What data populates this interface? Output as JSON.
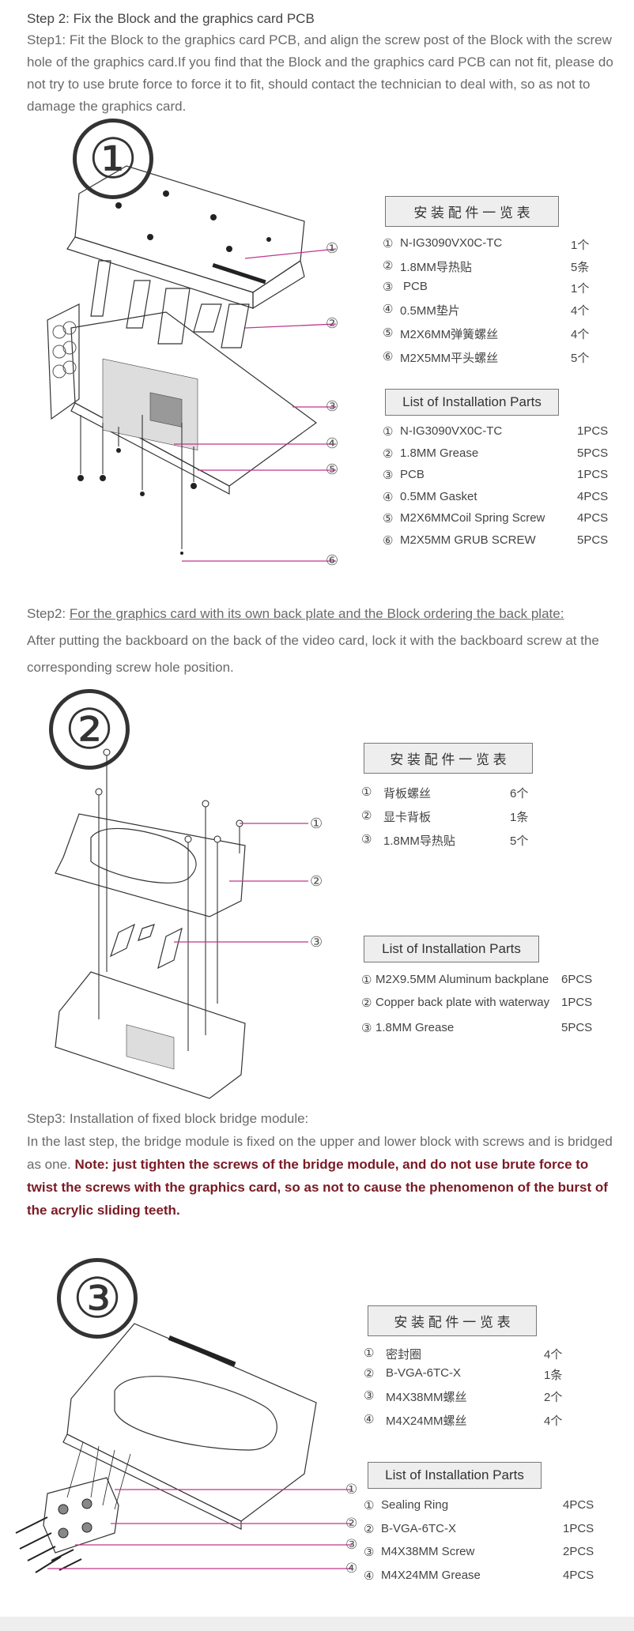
{
  "section1": {
    "heading": "Step 2: Fix the Block and the graphics card PCB",
    "paragraph": "Step1: Fit the Block to the graphics card PCB, and align the screw post of the Block with the screw hole of the graphics card.If you find that the Block and the graphics card PCB can not fit, please do not try to use brute force to force it to fit, should contact the technician to deal with, so as not to damage the graphics card.",
    "step_number": "①",
    "callouts": [
      "①",
      "②",
      "③",
      "④",
      "⑤",
      "⑥"
    ],
    "cn_title": "安 装 配 件 一 览 表",
    "cn_items": [
      {
        "num": "①",
        "name": "N-IG3090VX0C-TC",
        "qty": "1个"
      },
      {
        "num": "②",
        "name": "1.8MM导热贴",
        "qty": "5条"
      },
      {
        "num": "③",
        "name": "PCB",
        "qty": "1个"
      },
      {
        "num": "④",
        "name": "0.5MM垫片",
        "qty": "4个"
      },
      {
        "num": "⑤",
        "name": "M2X6MM弹簧螺丝",
        "qty": "4个"
      },
      {
        "num": "⑥",
        "name": "M2X5MM平头螺丝",
        "qty": "5个"
      }
    ],
    "en_title": "List of Installation Parts",
    "en_items": [
      {
        "num": "①",
        "name": "N-IG3090VX0C-TC",
        "qty": "1PCS"
      },
      {
        "num": "②",
        "name": "1.8MM Grease",
        "qty": "5PCS"
      },
      {
        "num": "③",
        "name": "PCB",
        "qty": "1PCS"
      },
      {
        "num": "④",
        "name": "0.5MM Gasket",
        "qty": "4PCS"
      },
      {
        "num": "⑤",
        "name": "M2X6MMCoil Spring Screw",
        "qty": "4PCS"
      },
      {
        "num": "⑥",
        "name": "M2X5MM GRUB SCREW",
        "qty": "5PCS"
      }
    ]
  },
  "section2": {
    "prefix": "Step2: ",
    "underlined": "For the graphics card with its own back plate and the Block ordering the back plate:",
    "paragraph": "After putting the backboard on the back of the video card, lock it with the backboard screw at the corresponding screw hole position.",
    "step_number": "②",
    "callouts": [
      "①",
      "②",
      "③"
    ],
    "cn_title": "安 装 配 件 一 览 表",
    "cn_items": [
      {
        "num": "①",
        "name": "背板螺丝",
        "qty": "6个"
      },
      {
        "num": "②",
        "name": "显卡背板",
        "qty": "1条"
      },
      {
        "num": "③",
        "name": "1.8MM导热贴",
        "qty": "5个"
      }
    ],
    "en_title": "List of Installation Parts",
    "en_items": [
      {
        "num": "①",
        "name": "M2X9.5MM Aluminum backplane",
        "qty": "6PCS"
      },
      {
        "num": "②",
        "name": "Copper back plate with waterway",
        "qty": "1PCS"
      },
      {
        "num": "③",
        "name": "1.8MM Grease",
        "qty": "5PCS"
      }
    ]
  },
  "section3": {
    "heading": "Step3: Installation of fixed block bridge module:",
    "paragraph": "In the last step, the bridge module is fixed on the upper and lower block with screws and is bridged as one.",
    "note": "Note: just tighten the screws of the bridge module, and do not use brute force to twist the screws with the graphics card, so as not to cause the phenomenon of the burst of the acrylic sliding teeth.",
    "step_number": "③",
    "callouts": [
      "①",
      "②",
      "③",
      "④"
    ],
    "cn_title": "安 装 配 件 一 览 表",
    "cn_items": [
      {
        "num": "①",
        "name": "密封圈",
        "qty": "4个"
      },
      {
        "num": "②",
        "name": "B-VGA-6TC-X",
        "qty": "1条"
      },
      {
        "num": "③",
        "name": "M4X38MM螺丝",
        "qty": "2个"
      },
      {
        "num": "④",
        "name": "M4X24MM螺丝",
        "qty": "4个"
      }
    ],
    "en_title": "List of Installation Parts",
    "en_items": [
      {
        "num": "①",
        "name": "Sealing  Ring",
        "qty": "4PCS"
      },
      {
        "num": "②",
        "name": "B-VGA-6TC-X",
        "qty": "1PCS"
      },
      {
        "num": "③",
        "name": "M4X38MM Screw",
        "qty": "2PCS"
      },
      {
        "num": "④",
        "name": "M4X24MM Grease",
        "qty": "4PCS"
      }
    ]
  }
}
